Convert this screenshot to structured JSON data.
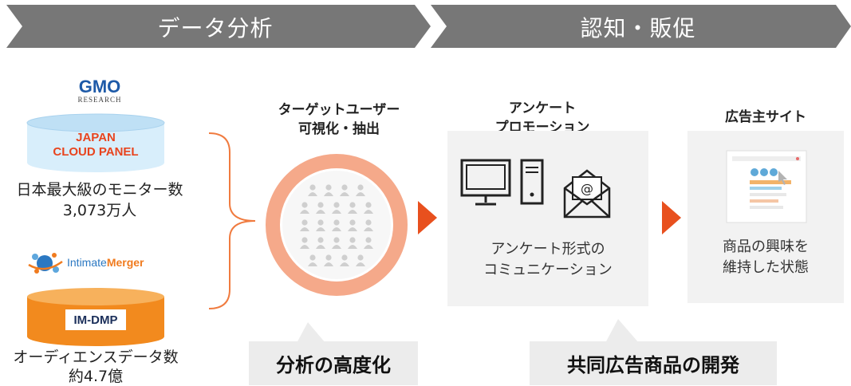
{
  "banners": {
    "left": "データ分析",
    "right": "認知・販促"
  },
  "sources": {
    "gmo": {
      "logo_main": "GMO",
      "logo_sub": "RESEARCH",
      "product_line1": "JAPAN",
      "product_line2": "CLOUD PANEL",
      "caption_line1": "日本最大級のモニター数",
      "caption_line2": "3,073万人"
    },
    "im": {
      "logo_a": "Intimate",
      "logo_b": "Merger",
      "product": "IM-DMP",
      "caption_line1": "オーディエンスデータ数",
      "caption_line2": "約4.7億"
    }
  },
  "steps": {
    "target": {
      "title_line1": "ターゲットユーザー",
      "title_line2": "可視化・抽出"
    },
    "survey": {
      "title_line1": "アンケート",
      "title_line2": "プロモーション",
      "body_line1": "アンケート形式の",
      "body_line2": "コミュニケーション"
    },
    "advertiser": {
      "title": "広告主サイト",
      "body_line1": "商品の興味を",
      "body_line2": "維持した状態"
    }
  },
  "callouts": {
    "left": "分析の高度化",
    "right": "共同広告商品の開発"
  },
  "colors": {
    "banner": "#777777",
    "accent_orange": "#f07b3f",
    "arrow_red": "#e8501e",
    "panel": "#f2f2f2",
    "gmo_blue": "#1e5aa8",
    "cloud_blue": "#d8eefb",
    "dmp_orange": "#f28a1e"
  }
}
